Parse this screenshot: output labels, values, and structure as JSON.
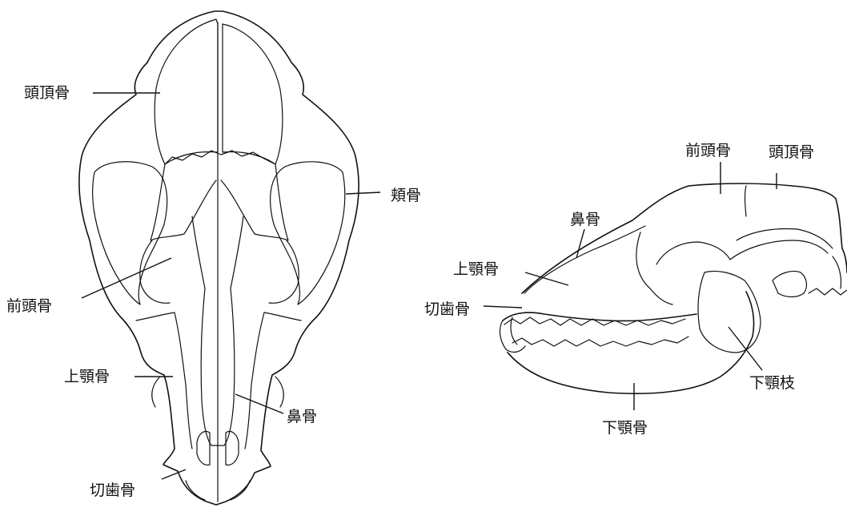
{
  "dorsal_view": {
    "labels": {
      "parietal": "頭頂骨",
      "zygomatic": "頬骨",
      "frontal": "前頭骨",
      "maxilla": "上顎骨",
      "nasal": "鼻骨",
      "incisive": "切歯骨"
    }
  },
  "lateral_view": {
    "labels": {
      "frontal": "前頭骨",
      "parietal": "頭頂骨",
      "nasal": "鼻骨",
      "maxilla": "上顎骨",
      "incisive": "切歯骨",
      "mandible": "下顎骨",
      "mandibular_ramus": "下顎枝"
    }
  }
}
